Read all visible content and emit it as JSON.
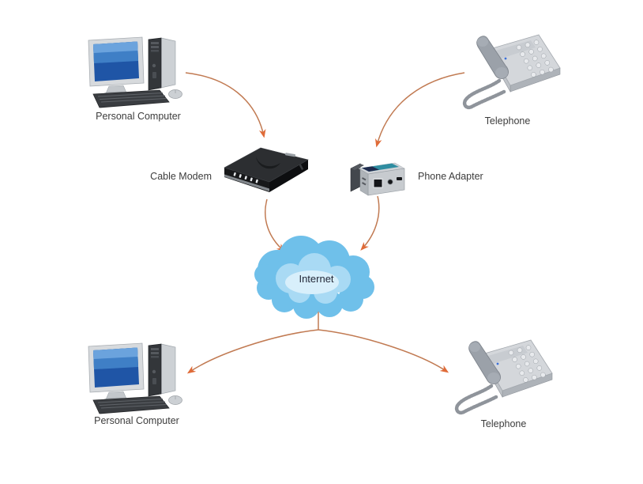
{
  "diagram": {
    "background": "#ffffff",
    "arrow": {
      "line_color": "#c17a52",
      "head_color": "#e06b38"
    },
    "cloud_colors": {
      "outer": "#6fc0ea",
      "mid": "#a9daf4",
      "inner": "#d8effb"
    },
    "label_color": "#3c3c3c",
    "nodes": [
      {
        "id": "pc-top",
        "device": "desktop-computer",
        "label": "Personal Computer"
      },
      {
        "id": "telephone-top",
        "device": "desk-telephone",
        "label": "Telephone"
      },
      {
        "id": "cable-modem",
        "device": "cable-modem",
        "label": "Cable Modem"
      },
      {
        "id": "phone-adapter",
        "device": "phone-adapter",
        "label": "Phone Adapter"
      },
      {
        "id": "internet",
        "device": "cloud",
        "label": "Internet"
      },
      {
        "id": "pc-bottom",
        "device": "desktop-computer",
        "label": "Personal Computer"
      },
      {
        "id": "telephone-bottom",
        "device": "desk-telephone",
        "label": "Telephone"
      }
    ],
    "edges": [
      {
        "from": "pc-top",
        "to": "cable-modem"
      },
      {
        "from": "telephone-top",
        "to": "phone-adapter"
      },
      {
        "from": "cable-modem",
        "to": "internet"
      },
      {
        "from": "phone-adapter",
        "to": "internet"
      },
      {
        "from": "internet",
        "to": "pc-bottom"
      },
      {
        "from": "internet",
        "to": "telephone-bottom"
      }
    ]
  }
}
